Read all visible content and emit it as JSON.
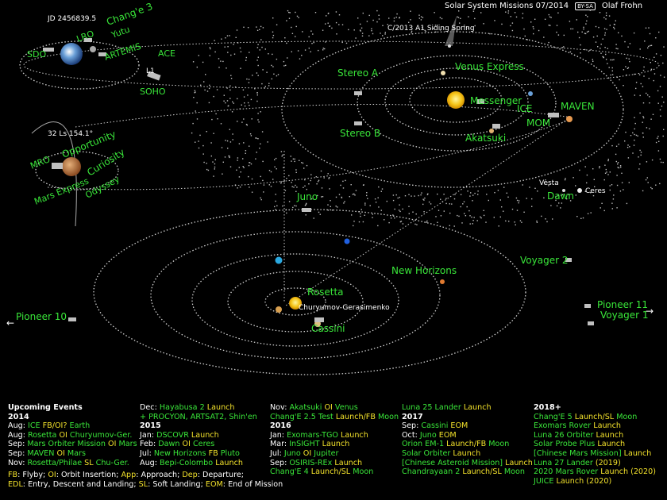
{
  "header": {
    "title": "Solar System Missions 07/2014",
    "license": "BY-SA",
    "author": "Olaf Frohn"
  },
  "earth_panel": {
    "date": "JD 2456839.5",
    "missions": [
      "SDO",
      "LRO",
      "Chang'e 3",
      "Yutu",
      "ARTEMIS",
      "ACE",
      "L1",
      "SOHO"
    ]
  },
  "mars_panel": {
    "date": "32 Ls 154.1°",
    "missions": [
      "MRO",
      "Opportunity",
      "Curiosity",
      "Mars Express",
      "Odyssey"
    ]
  },
  "inner": {
    "comet": "C/2013 A1 Siding Spring",
    "missions": [
      "Stereo A",
      "Stereo B",
      "Venus Express",
      "Messenger",
      "Akatsuki",
      "ICE",
      "MOM",
      "MAVEN"
    ],
    "asteroids": [
      "Vesta",
      "Ceres"
    ],
    "dawn": "Dawn"
  },
  "outer": {
    "missions": [
      "Juno",
      "New Horizons",
      "Rosetta",
      "Churyumov-Gerasimenko",
      "Cassini"
    ],
    "voyager2": "Voyager 2",
    "pioneer10": "Pioneer 10",
    "pioneer11": "Pioneer 11",
    "voyager1": "Voyager 1",
    "arrow_left": "←",
    "arrow_right": "→"
  },
  "colors": {
    "label_green": "#39e639",
    "event_yellow": "#f3e22b",
    "sun": "#f5c518",
    "orbit": "#cccccc"
  },
  "events": {
    "col1": {
      "heading": "Upcoming Events",
      "year": "2014",
      "rows": [
        [
          "Aug: ",
          "ICE ",
          "FB/OI? ",
          "Earth"
        ],
        [
          "Aug: ",
          "Rosetta ",
          "OI ",
          "Churyumov-Ger."
        ],
        [
          "Sep: ",
          "Mars Orbiter Mission ",
          "OI ",
          "Mars"
        ],
        [
          "Sep: ",
          "MAVEN ",
          "OI ",
          "Mars"
        ],
        [
          "Nov: ",
          "Rosetta/Philae ",
          "SL ",
          "Chu-Ger."
        ]
      ],
      "legend1": [
        "FB",
        ": Flyby; ",
        "OI",
        ": Orbit Insertion; ",
        "App",
        ": Approach; ",
        "Dep",
        ": Departure;"
      ],
      "legend2": [
        "EDL",
        ": Entry, Descent and Landing; ",
        "SL",
        ": Soft Landing; ",
        "EOM",
        ": End of Mission"
      ]
    },
    "col2": {
      "rows_a": [
        [
          "Dec: ",
          "Hayabusa 2 ",
          "Launch"
        ],
        [
          "",
          "+ PROCYON, ARTSAT2, Shin'en",
          ""
        ]
      ],
      "year": "2015",
      "rows_b": [
        [
          "Jan: ",
          "DSCOVR ",
          "Launch",
          ""
        ],
        [
          "Feb: ",
          "Dawn ",
          "OI ",
          "Ceres"
        ],
        [
          "Jul: ",
          "New Horizons ",
          "FB ",
          "Pluto"
        ],
        [
          "Aug: ",
          "Bepi-Colombo ",
          "Launch",
          ""
        ]
      ]
    },
    "col3": {
      "rows_a": [
        [
          "Nov: ",
          "Akatsuki ",
          "OI ",
          "Venus"
        ],
        [
          "",
          "Chang'E 2.5 Test ",
          "Launch/FB ",
          "Moon"
        ]
      ],
      "year": "2016",
      "rows_b": [
        [
          "Jan: ",
          "Exomars-TGO ",
          "Launch",
          ""
        ],
        [
          "Mar: ",
          "InSIGHT ",
          "Launch",
          ""
        ],
        [
          "Jul: ",
          "Juno ",
          "OI ",
          "Jupiter"
        ],
        [
          "Sep: ",
          "OSIRIS-REx ",
          "Launch",
          ""
        ],
        [
          "",
          "Chang'E 4 ",
          "Launch/SL ",
          "Moon"
        ]
      ]
    },
    "col4": {
      "rows_a": [
        [
          "",
          "Luna 25 Lander ",
          "Launch",
          ""
        ]
      ],
      "year": "2017",
      "rows_b": [
        [
          "Sep: ",
          "Cassini ",
          "EOM",
          ""
        ],
        [
          "Oct: ",
          "Juno ",
          "EOM",
          ""
        ],
        [
          "",
          "Orion EM-1 ",
          "Launch/FB ",
          "Moon"
        ],
        [
          "",
          "Solar Orbiter ",
          "Launch",
          ""
        ],
        [
          "",
          "[Chinese Asteroid Mission] ",
          "Launch",
          ""
        ],
        [
          "",
          "Chandrayaan 2 ",
          "Launch/SL ",
          "Moon"
        ]
      ]
    },
    "col5": {
      "year": "2018+",
      "rows": [
        [
          "Chang'E 5 ",
          "Launch/SL ",
          "Moon"
        ],
        [
          "Exomars Rover ",
          "Launch",
          ""
        ],
        [
          "Luna 26 Orbiter ",
          "Launch",
          ""
        ],
        [
          "Solar Probe Plus ",
          "Launch",
          ""
        ],
        [
          "[Chinese Mars Mission] ",
          "Launch",
          ""
        ],
        [
          "Luna 27 Lander ",
          "(2019)",
          ""
        ],
        [
          "2020 Mars Rover ",
          "Launch (2020)",
          ""
        ],
        [
          "JUICE ",
          "Launch (2020)",
          ""
        ]
      ]
    }
  }
}
